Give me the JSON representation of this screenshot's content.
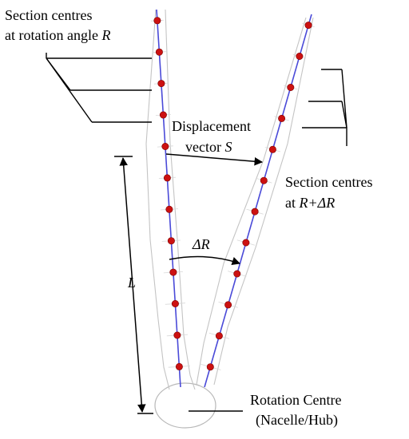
{
  "labels": {
    "section_R_line1": "Section centres",
    "section_R_line2_prefix": "at rotation angle ",
    "section_R_line2_var": "R",
    "displacement_line1": "Displacement",
    "displacement_line2_prefix": "vector ",
    "displacement_line2_var": "S",
    "section_dR_line1": "Section centres",
    "section_dR_line2_prefix": "at ",
    "section_dR_line2_var": "R+ΔR",
    "delta_R": "ΔR",
    "length": "L",
    "rotation_line1": "Rotation Centre",
    "rotation_line2": "(Nacelle/Hub)"
  },
  "colors": {
    "axis": "#4a4ad8",
    "node": "#cc1111",
    "outline": "#b8b8b8",
    "ink": "#000000"
  }
}
